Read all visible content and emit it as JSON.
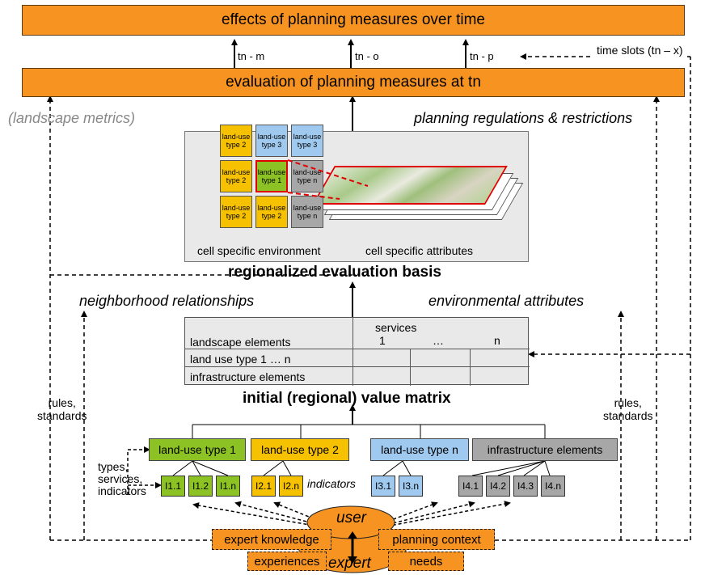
{
  "top_bar": "effects of planning measures over time",
  "eval_bar": "evaluation of planning measures at tn",
  "time_labels": [
    "tn - m",
    "tn - o",
    "tn - p"
  ],
  "time_slots": "time slots (tn – x)",
  "landscape_metrics": "(landscape metrics)",
  "planning_regs": "planning regulations & restrictions",
  "grid_cells": [
    [
      "land-use\ntype 2",
      "land-use\ntype 3",
      "land-use\ntype 3"
    ],
    [
      "land-use\ntype 2",
      "land-use\ntype 1",
      "land-use\ntype n"
    ],
    [
      "land-use\ntype 2",
      "land-use\ntype 2",
      "land-use\ntype n"
    ]
  ],
  "cell_env": "cell specific environment",
  "cell_attr": "cell specific attributes",
  "regional_basis": "regionalized evaluation basis",
  "neighborhood": "neighborhood relationships",
  "environmental": "environmental attributes",
  "matrix": {
    "services": "services",
    "col1": "1",
    "colmid": "…",
    "coln": "n",
    "rows": [
      "landscape elements",
      "land use type 1 … n",
      "infrastructure elements"
    ]
  },
  "initial_matrix": "initial (regional) value matrix",
  "rules_left": "rules,\nstandards",
  "rules_right": "rules,\nstandards",
  "categories": [
    "land-use type 1",
    "land-use type 2",
    "land-use type n",
    "infrastructure elements"
  ],
  "types_services": "types,\nservices,\nindicators",
  "indicators_label": "indicators",
  "indicators": [
    "I1.1",
    "I1.2",
    "I1.n",
    "I2.1",
    "I2.n",
    "I3.1",
    "I3.n",
    "I4.1",
    "I4.2",
    "I4.3",
    "I4.n"
  ],
  "user": "user",
  "expert": "expert",
  "expert_knowledge": "expert knowledge",
  "planning_context": "planning context",
  "experiences": "experiences",
  "needs": "needs",
  "colors": {
    "orange": "#f79320",
    "yellow": "#f6c100",
    "blue": "#9fc9ee",
    "green": "#8cc224",
    "gray": "#a7a7a7",
    "red": "#e00000"
  }
}
